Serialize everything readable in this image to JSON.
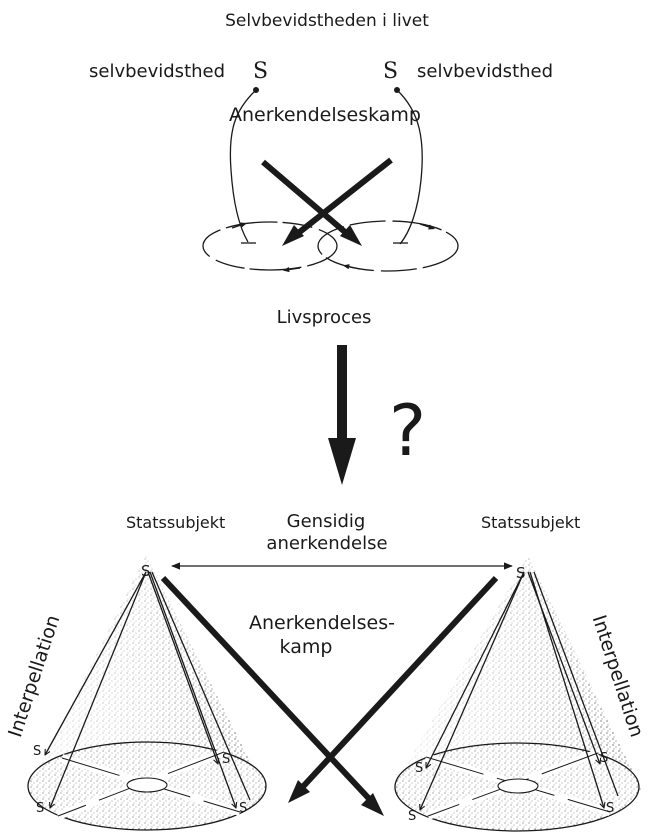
{
  "top": {
    "title": "Selvbevidstheden i livet",
    "left_label": "selvbevidsthed",
    "right_label": "selvbevidsthed",
    "left_subject": "S",
    "right_subject": "S",
    "struggle": "Anerkendelseskamp",
    "life_process": "Livsproces"
  },
  "transition": {
    "question": "?"
  },
  "bottom": {
    "left_state_subject": "Statssubjekt",
    "right_state_subject": "Statssubjekt",
    "mutual_line1": "Gensidig",
    "mutual_line2": "anerkendelse",
    "struggle_line1": "Anerkendelses-",
    "struggle_line2": "kamp",
    "left_interpellation": "Interpellation",
    "right_interpellation": "Interpellation",
    "cone_apex": "S",
    "cone_base_subject": "S"
  }
}
